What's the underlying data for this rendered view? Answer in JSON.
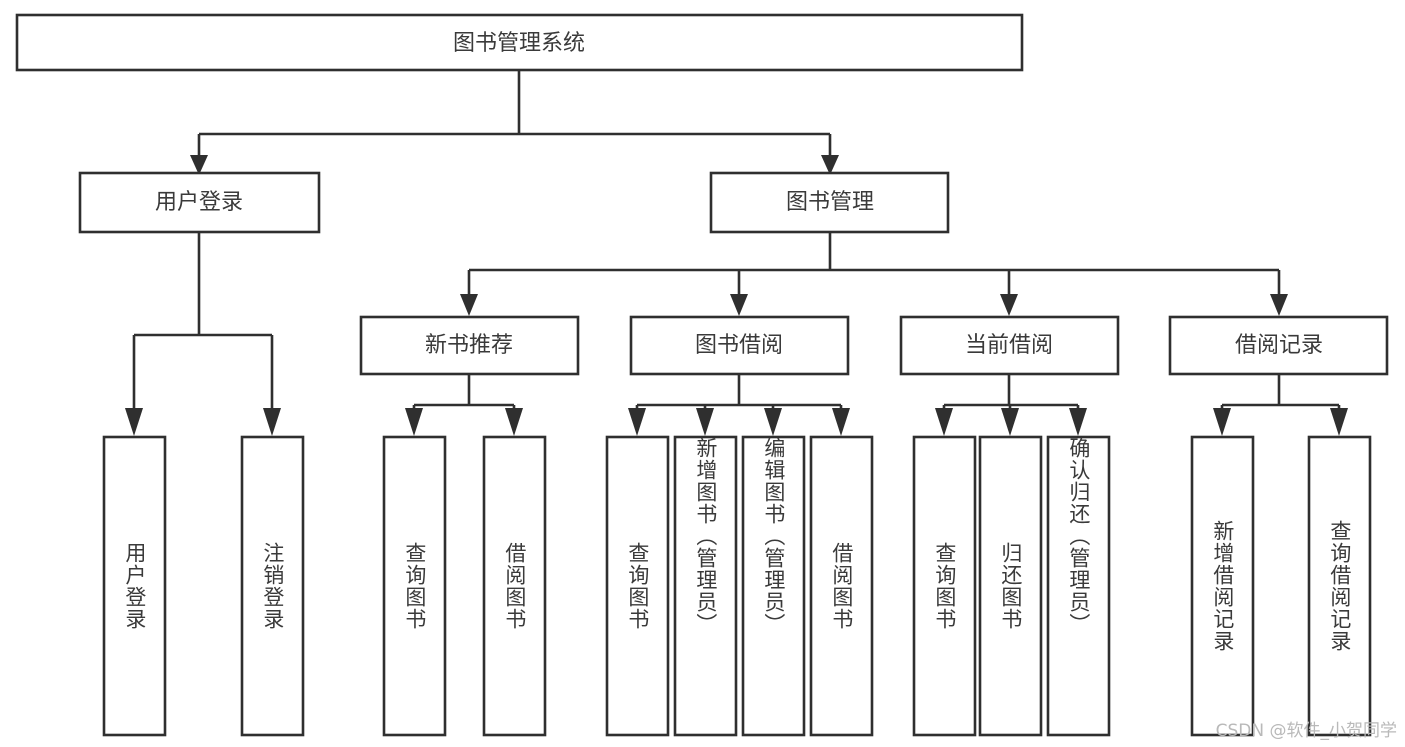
{
  "diagram": {
    "title": "图书管理系统",
    "type": "hierarchy-tree",
    "root": {
      "label": "图书管理系统"
    },
    "level2": [
      {
        "id": "user-login",
        "label": "用户登录"
      },
      {
        "id": "book-management",
        "label": "图书管理"
      }
    ],
    "level3": [
      {
        "id": "new-book-recommend",
        "label": "新书推荐",
        "parent": "book-management"
      },
      {
        "id": "book-borrow",
        "label": "图书借阅",
        "parent": "book-management"
      },
      {
        "id": "current-borrow",
        "label": "当前借阅",
        "parent": "book-management"
      },
      {
        "id": "borrow-record",
        "label": "借阅记录",
        "parent": "book-management"
      }
    ],
    "leaves": {
      "user-login": [
        {
          "id": "leaf-user-login",
          "label": "用户登录"
        },
        {
          "id": "leaf-user-logout",
          "label": "注销登录"
        }
      ],
      "new-book-recommend": [
        {
          "id": "leaf-query-book-1",
          "label": "查询图书"
        },
        {
          "id": "leaf-borrow-book-1",
          "label": "借阅图书"
        }
      ],
      "book-borrow": [
        {
          "id": "leaf-query-book-2",
          "label": "查询图书"
        },
        {
          "id": "leaf-add-book",
          "label": "新增图书（管理员）"
        },
        {
          "id": "leaf-edit-book",
          "label": "编辑图书（管理员）"
        },
        {
          "id": "leaf-borrow-book-2",
          "label": "借阅图书"
        }
      ],
      "current-borrow": [
        {
          "id": "leaf-query-book-3",
          "label": "查询图书"
        },
        {
          "id": "leaf-return-book",
          "label": "归还图书"
        },
        {
          "id": "leaf-confirm-return",
          "label": "确认归还（管理员）"
        }
      ],
      "borrow-record": [
        {
          "id": "leaf-add-record",
          "label": "新增借阅记录"
        },
        {
          "id": "leaf-query-record",
          "label": "查询借阅记录"
        }
      ]
    },
    "watermark": "CSDN @软件_小贺同学",
    "colors": {
      "stroke": "#2f2f2f",
      "text": "#3a3a3a",
      "background": "#ffffff",
      "watermark": "#b9b9b9"
    }
  }
}
